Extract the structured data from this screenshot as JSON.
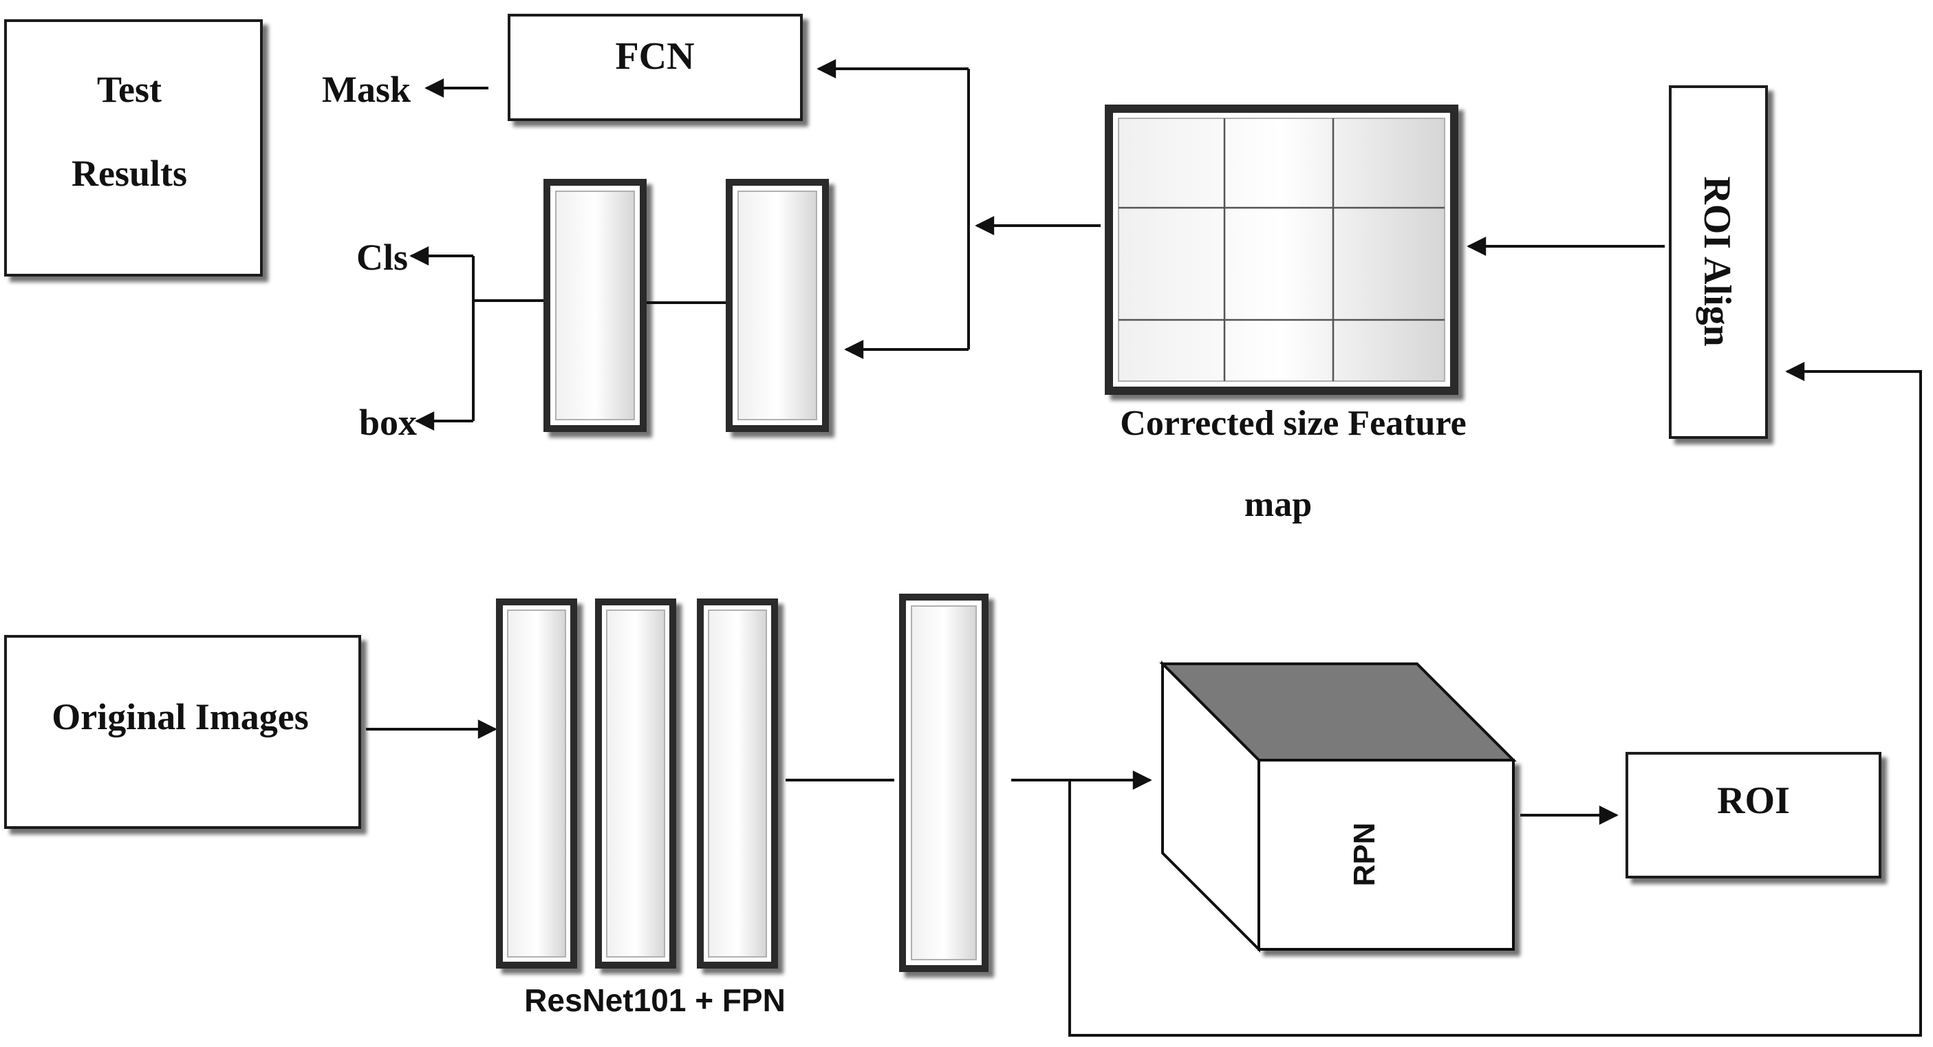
{
  "labels": {
    "test_results_line1": "Test",
    "test_results_line2": "Results",
    "mask": "Mask",
    "fcn": "FCN",
    "cls": "Cls",
    "box": "box",
    "feature_map_line1": "Corrected size Feature",
    "feature_map_line2": "map",
    "roi_align": "ROI Align",
    "original_images": "Original Images",
    "backbone": "ResNet101 + FPN",
    "rpn": "RPN",
    "roi": "ROI"
  },
  "colors": {
    "stroke": "#111111",
    "cube_top": "#7a7a7a",
    "bevel_dark": "#2a2a2a",
    "bevel_light": "#e8e8e8"
  }
}
